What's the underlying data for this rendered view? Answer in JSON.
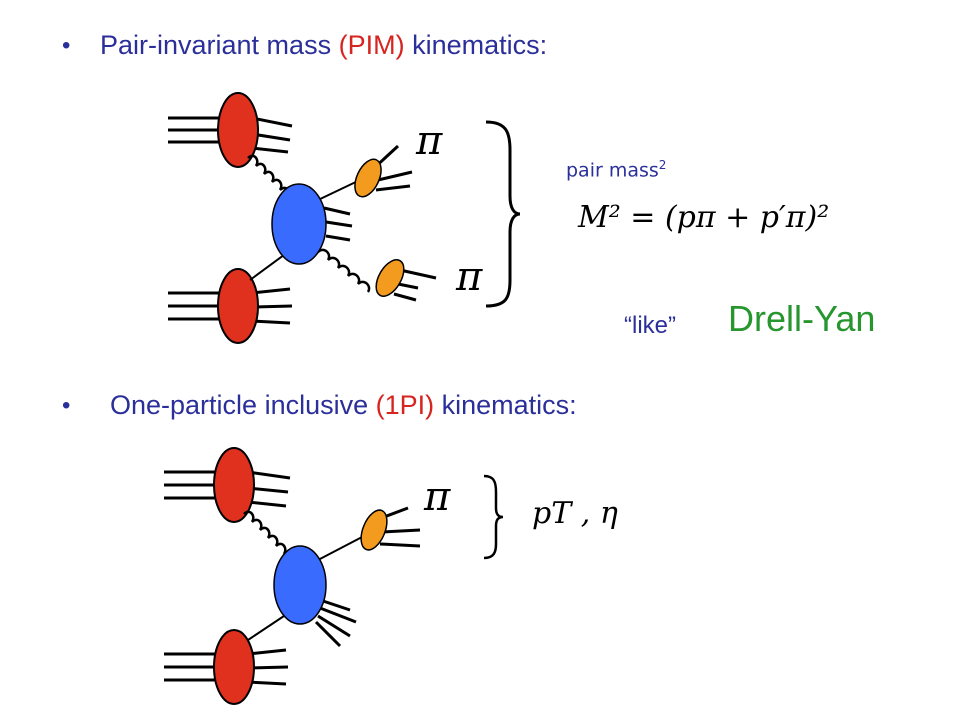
{
  "slide": {
    "pim": {
      "pre": "Pair-invariant mass ",
      "highlight": "(PIM)",
      "post": " kinematics:"
    },
    "pair_mass_label": "pair mass",
    "pair_mass_sup": "2",
    "formula_pim": "M² = (pπ + p′π)²",
    "pion_symbol": "π",
    "like_label": "“like”",
    "drell_yan": "Drell-Yan",
    "opi": {
      "pre": "One-particle inclusive ",
      "highlight": "(1PI)",
      "post": " kinematics:"
    },
    "formula_1pi": "pT , η"
  },
  "colors": {
    "text_blue": "#2b2f9a",
    "highlight_red": "#d6241f",
    "hadron_red": "#e0311f",
    "hard_blue": "#3a6bff",
    "pion_orange": "#f39b1f",
    "drell_green": "#27962e"
  }
}
